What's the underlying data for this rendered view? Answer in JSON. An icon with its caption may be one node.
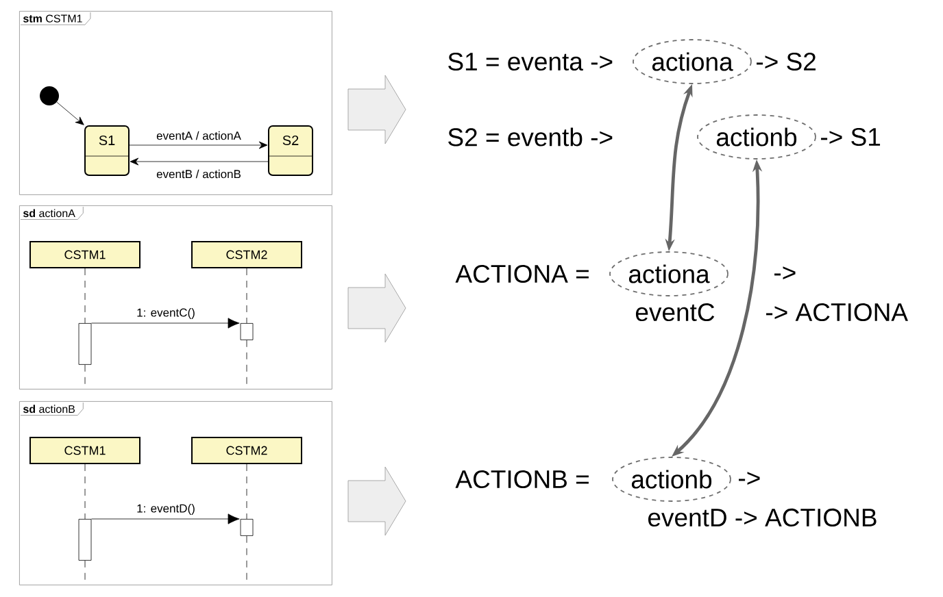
{
  "diagram": {
    "nodes": [
      {
        "text": [
          "**stm** CSTM1"
        ]
      },
      {
        "text": [],
        "shape": "circle",
        "in": 0
      },
      {
        "text": [
          "S1"
        ],
        "in": 0
      },
      {
        "text": [
          "S2"
        ],
        "in": 0
      },
      {
        "text": [
          "**sd** actionA"
        ]
      },
      {
        "text": [
          "CSTM1"
        ],
        "in": 4
      },
      {
        "text": [
          "CSTM2"
        ],
        "in": 4
      },
      {
        "text": [],
        "shape": "bar",
        "in": 4
      },
      {
        "text": [],
        "shape": "bar",
        "in": 4
      },
      {
        "text": [
          "**sd** actionB"
        ]
      },
      {
        "text": [
          "CSTM1"
        ],
        "in": 9
      },
      {
        "text": [
          "CSTM2"
        ],
        "in": 9
      },
      {
        "text": [],
        "shape": "bar",
        "in": 9
      },
      {
        "text": [],
        "shape": "bar",
        "in": 9
      },
      {
        "text": [
          "actiona"
        ]
      },
      {
        "text": [
          "actionb"
        ]
      },
      {
        "text": [
          "actiona"
        ]
      },
      {
        "text": [
          "actionb"
        ]
      }
    ],
    "edges": [
      {
        "from": 1,
        "to": 2,
        "arrow": "to"
      },
      {
        "from": 2,
        "to": 3,
        "arrow": "to",
        "label": "eventA / actionA"
      },
      {
        "from": 3,
        "to": 2,
        "arrow": "to",
        "label": "eventB / actionB"
      },
      {
        "from": 5,
        "to": 7,
        "arrow": "none",
        "style": "dashed"
      },
      {
        "from": 6,
        "to": 8,
        "arrow": "none",
        "style": "dashed"
      },
      {
        "from": 7,
        "to": 8,
        "arrow": "to",
        "label": "1: eventC()"
      },
      {
        "from": 10,
        "to": 12,
        "arrow": "none",
        "style": "dashed"
      },
      {
        "from": 11,
        "to": 13,
        "arrow": "none",
        "style": "dashed"
      },
      {
        "from": 12,
        "to": 13,
        "arrow": "to",
        "label": "1: eventD()"
      },
      {
        "from": 14,
        "to": 16,
        "arrow": "both",
        "style": "thick",
        "color": "#666666"
      },
      {
        "from": 15,
        "to": 17,
        "arrow": "both",
        "style": "thick",
        "color": "#666666"
      }
    ],
    "labels": [
      "S1 = eventa ->",
      "-> S2",
      "S2 = eventb ->",
      "-> S1",
      "ACTIONA =",
      "->",
      "eventC",
      "-> ACTIONA",
      "ACTIONB =",
      "->",
      "eventD -> ACTIONB"
    ]
  }
}
